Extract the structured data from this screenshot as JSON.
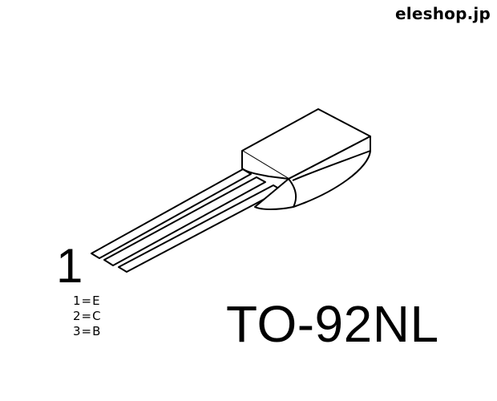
{
  "brand": "eleshop.jp",
  "package": {
    "name": "TO-92NL",
    "pin_one_marker": "1",
    "pinout": [
      "1=E",
      "2=C",
      "3=B"
    ]
  },
  "colors": {
    "line": "#000000",
    "background": "#ffffff"
  }
}
